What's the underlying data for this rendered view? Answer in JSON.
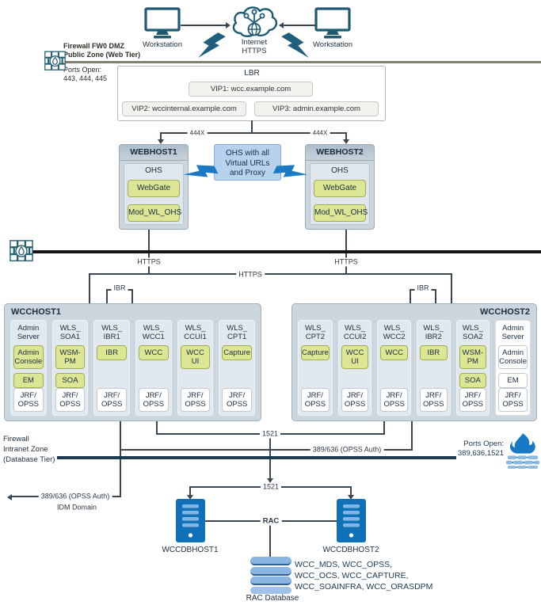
{
  "top": {
    "workstation_left_label": "Workstation",
    "workstation_right_label": "Workstation",
    "internet_label": "Internet\nHTTPS"
  },
  "firewall_dmz": {
    "name": "Firewall FW0 DMZ\nPublic Zone (Web Tier)",
    "ports": "Ports Open:\n443, 444, 445"
  },
  "lbr": {
    "title": "LBR",
    "vips": [
      "VIP1: wcc.example.com",
      "VIP2: wccinternal.example.com",
      "VIP3: admin.example.com"
    ]
  },
  "connectors": {
    "lbr_left": "444X",
    "lbr_right": "444X",
    "https_left": "HTTPS",
    "https_right": "HTTPS",
    "https_center": "HTTPS",
    "ibr_left": "IBR",
    "ibr_right": "IBR",
    "jdbc_top": "1521",
    "opss": "389/636 (OPSS Auth)",
    "idm": "389/636 (OPSS Auth)",
    "idm_domain": "IDM Domain",
    "jdbc_bottom": "1521",
    "rac": "RAC"
  },
  "webhosts": {
    "ohs_note": "OHS with all\nVirtual  URLs\nand Proxy",
    "host1": {
      "title": "WEBHOST1",
      "server": "OHS",
      "modules": [
        "WebGate",
        "Mod_WL_OHS"
      ]
    },
    "host2": {
      "title": "WEBHOST2",
      "server": "OHS",
      "modules": [
        "WebGate",
        "Mod_WL_OHS"
      ]
    }
  },
  "wcchost1": {
    "title": "WCCHOST1",
    "columns": [
      {
        "title": "Admin\nServer",
        "modules": [
          "Admin\nConsole",
          "EM"
        ],
        "footer": "JRF/\nOPSS"
      },
      {
        "title": "WLS_\nSOA1",
        "modules": [
          "WSM-\nPM",
          "SOA"
        ],
        "footer": "JRF/\nOPSS"
      },
      {
        "title": "WLS_\nIBR1",
        "modules": [
          "IBR"
        ],
        "footer": "JRF/\nOPSS"
      },
      {
        "title": "WLS_\nWCC1",
        "modules": [
          "WCC"
        ],
        "footer": "JRF/\nOPSS"
      },
      {
        "title": "WLS_\nCCUI1",
        "modules": [
          "WCC\nUI"
        ],
        "footer": "JRF/\nOPSS"
      },
      {
        "title": "WLS_\nCPT1",
        "modules": [
          "Capture"
        ],
        "footer": "JRF/\nOPSS"
      }
    ]
  },
  "wcchost2": {
    "title": "WCCHOST2",
    "columns": [
      {
        "title": "WLS_\nCPT2",
        "modules": [
          "Capture"
        ],
        "footer": "JRF/\nOPSS"
      },
      {
        "title": "WLS_\nCCUI2",
        "modules": [
          "WCC\nUI"
        ],
        "footer": "JRF/\nOPSS"
      },
      {
        "title": "WLS_\nWCC2",
        "modules": [
          "WCC"
        ],
        "footer": "JRF/\nOPSS"
      },
      {
        "title": "WLS_\nIBR2",
        "modules": [
          "IBR"
        ],
        "footer": "JRF/\nOPSS"
      },
      {
        "title": "WLS_\nSOA2",
        "modules": [
          "WSM-\nPM",
          "SOA"
        ],
        "footer": "JRF/\nOPSS"
      },
      {
        "title": "Admin\nServer",
        "modules": [
          "Admin\nConsole",
          "EM"
        ],
        "footer": "JRF/\nOPSS",
        "passive": true
      }
    ]
  },
  "firewall_intranet": {
    "name": "Firewall\nIntranet Zone\n(Database Tier)",
    "ports": "Ports Open:\n389,636,1521"
  },
  "database": {
    "host1": "WCCDBHOST1",
    "host2": "WCCDBHOST2",
    "rac_database_label": "RAC Database",
    "schemas": "WCC_MDS, WCC_OPSS,\nWCC_OCS, WCC_CAPTURE,\nWCC_SOAINFRA, WCC_ORASDPM"
  },
  "colors": {
    "accent_teal": "#1e5b73",
    "accent_blue": "#1b7ac4",
    "module_green": "#dde694",
    "host_gray_blue": "#ccd6de",
    "server_blue": "#1171b8"
  }
}
